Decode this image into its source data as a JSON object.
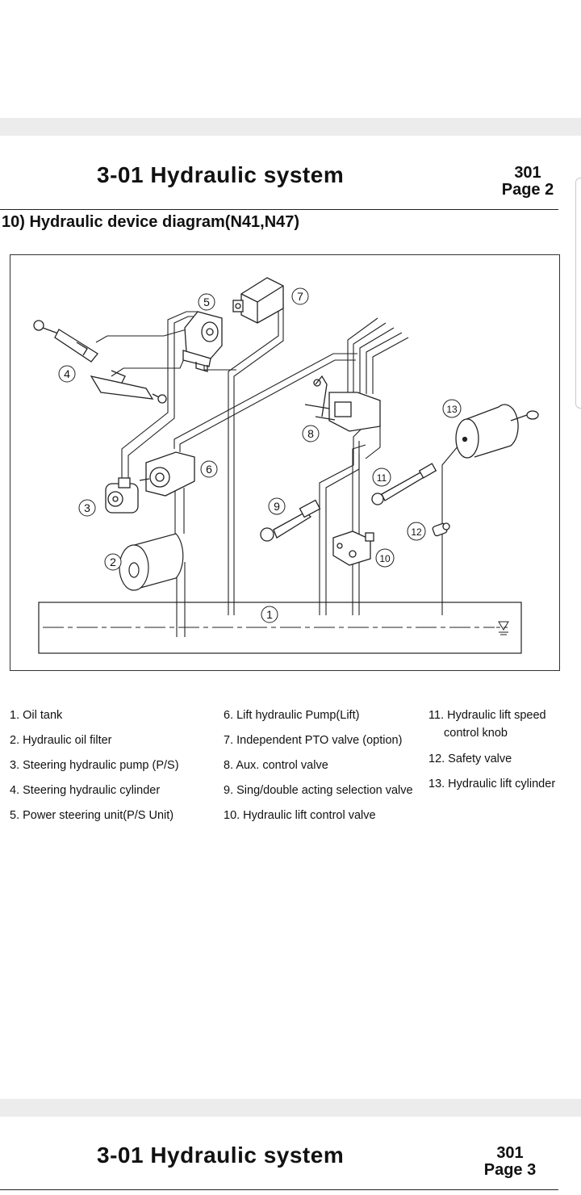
{
  "page2": {
    "title": "3-01  Hydraulic system",
    "code": "301",
    "page_label": "Page 2",
    "section_title": "10) Hydraulic device diagram(N41,N47)"
  },
  "diagram": {
    "callouts": [
      "1",
      "2",
      "3",
      "4",
      "5",
      "6",
      "7",
      "8",
      "9",
      "10",
      "11",
      "12",
      "13"
    ],
    "level_symbol": "▽"
  },
  "legend": {
    "col1": [
      "1. Oil tank",
      "2. Hydraulic oil filter",
      "3. Steering hydraulic pump (P/S)",
      "4. Steering hydraulic cylinder",
      "5. Power steering unit(P/S Unit)"
    ],
    "col2": [
      "6. Lift hydraulic Pump(Lift)",
      "7. Independent PTO valve (option)",
      "8. Aux. control valve",
      "9. Sing/double acting selection valve",
      "10. Hydraulic lift control valve"
    ],
    "col3": [
      "11. Hydraulic lift speed",
      "control knob",
      "12. Safety valve",
      "13. Hydraulic lift cylinder"
    ]
  },
  "page3": {
    "title": "3-01  Hydraulic system",
    "code": "301",
    "page_label": "Page 3"
  }
}
